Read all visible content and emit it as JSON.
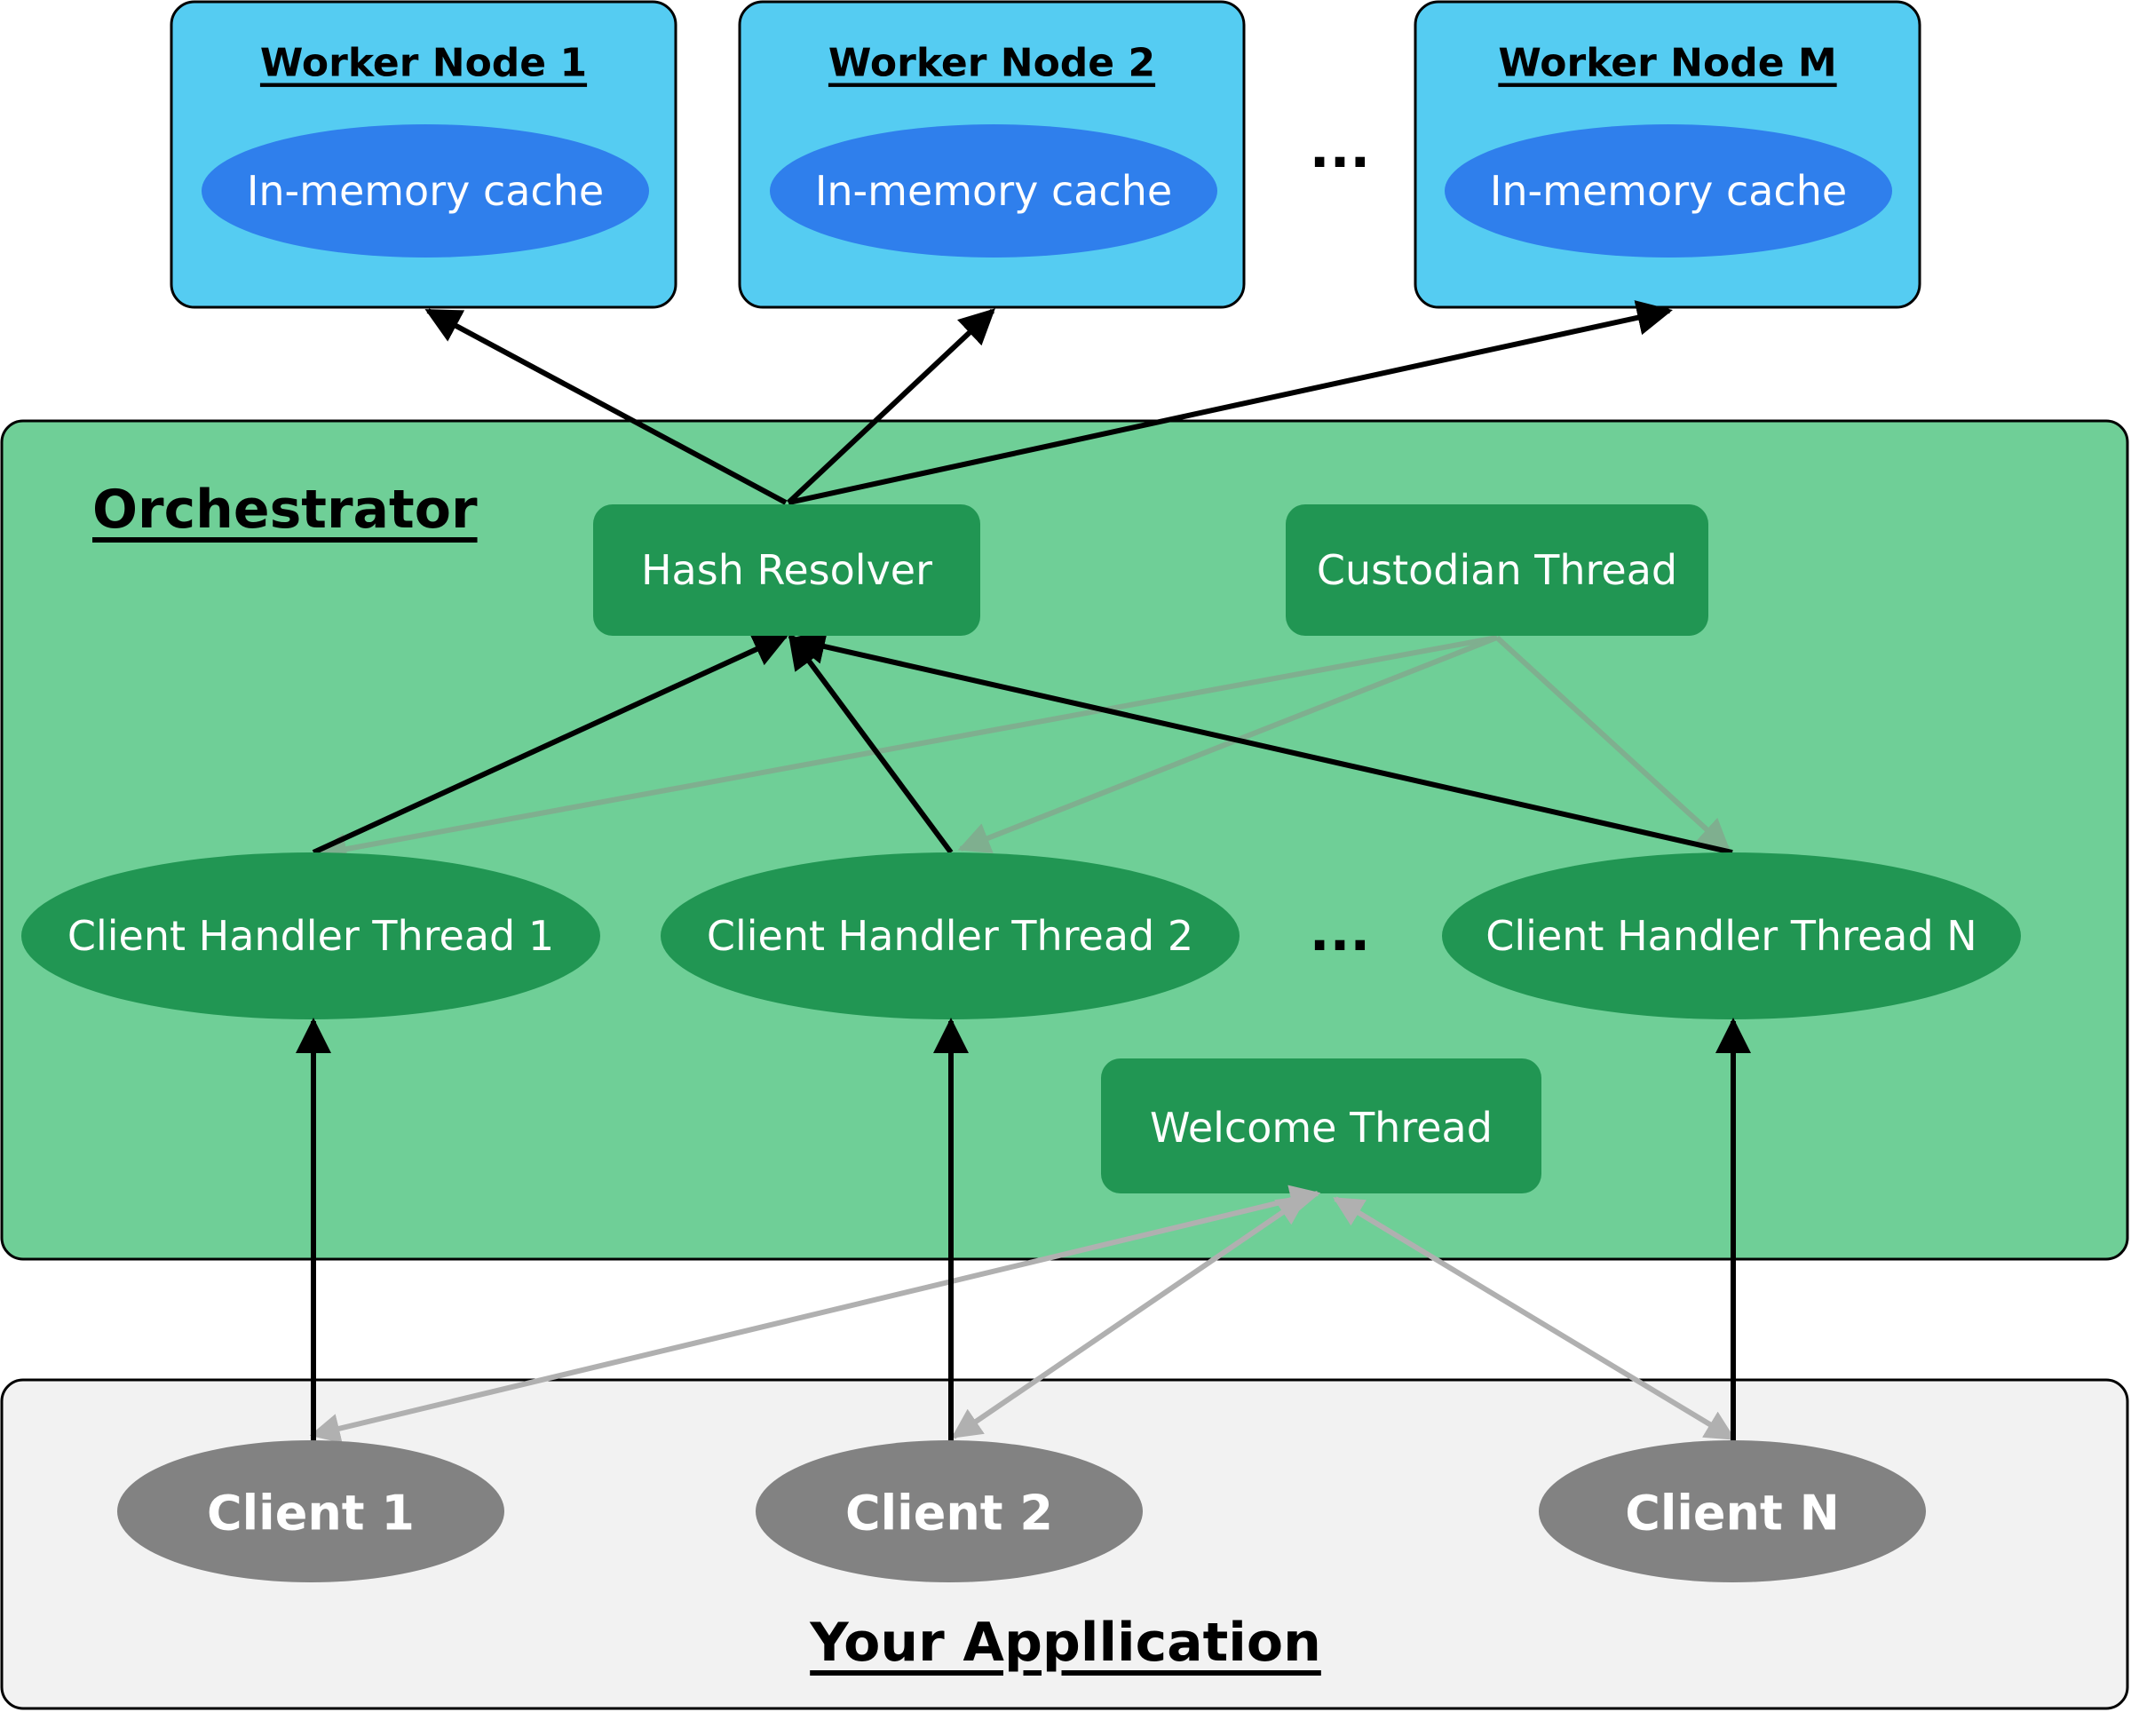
{
  "colors": {
    "worker_fill": "#55CCF2",
    "cache_fill": "#2F7FEC",
    "orchestrator_fill": "#6FCF97",
    "component_fill": "#219653",
    "application_fill": "#F2F2F2",
    "client_fill": "#828282",
    "arrow_main": "#000000",
    "arrow_faded_custodian": "#7FAF8F",
    "arrow_faded_welcome": "#B0B0B0"
  },
  "workers": [
    {
      "title": "Worker Node 1",
      "cache": "In-memory cache"
    },
    {
      "title": "Worker Node 2",
      "cache": "In-memory cache"
    },
    {
      "title": "Worker Node M",
      "cache": "In-memory cache"
    }
  ],
  "worker_ellipsis": "...",
  "orchestrator": {
    "title": "Orchestrator",
    "hash_resolver": "Hash Resolver",
    "custodian_thread": "Custodian Thread",
    "welcome_thread": "Welcome Thread",
    "handlers": [
      "Client Handler Thread 1",
      "Client Handler Thread 2",
      "Client Handler Thread N"
    ],
    "handler_ellipsis": "..."
  },
  "application": {
    "title": "Your Appllication",
    "clients": [
      "Client 1",
      "Client 2",
      "Client N"
    ]
  }
}
